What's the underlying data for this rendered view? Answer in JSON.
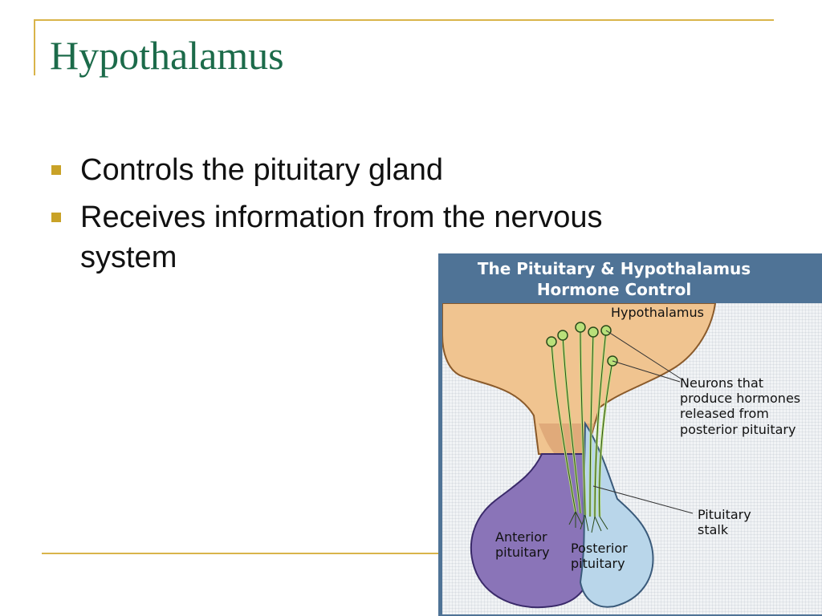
{
  "slide": {
    "title": "Hypothalamus",
    "bullets": [
      "Controls the pituitary gland",
      "Receives information from the nervous system"
    ]
  },
  "figure": {
    "title_line1": "The Pituitary & Hypothalamus",
    "title_line2": "Hormone Control",
    "labels": {
      "hypothalamus": "Hypothalamus",
      "neurons_line1": "Neurons that",
      "neurons_line2": "produce hormones",
      "neurons_line3": "released from",
      "neurons_line4": "posterior pituitary",
      "stalk_line1": "Pituitary",
      "stalk_line2": "stalk",
      "anterior_line1": "Anterior",
      "anterior_line2": "pituitary",
      "posterior_line1": "Posterior",
      "posterior_line2": "pituitary"
    }
  },
  "colors": {
    "title": "#1c6b4a",
    "accent_rule": "#d9b44a",
    "bullet": "#c9a227",
    "figure_frame": "#4f7396",
    "hypothalamus_tissue": "#f0c490",
    "anterior_pituitary": "#8a74b8",
    "posterior_pituitary": "#b9d6ea",
    "neuron": "#b9e07a"
  }
}
